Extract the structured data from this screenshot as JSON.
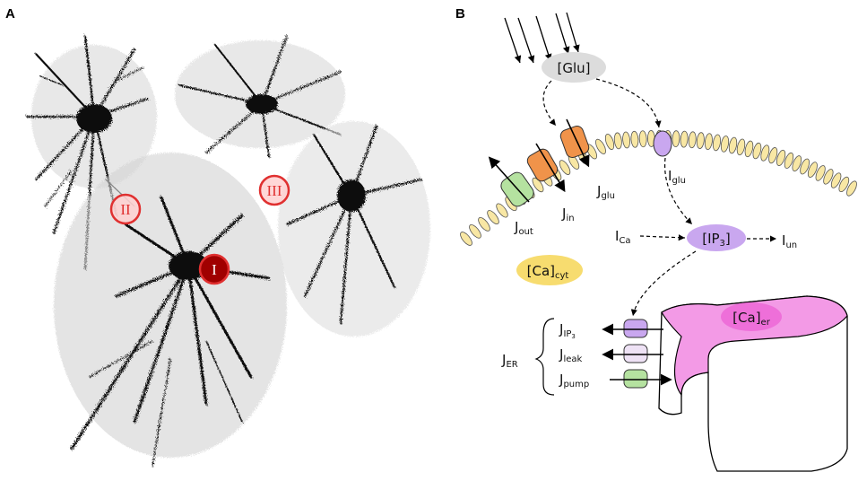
{
  "panel_a": {
    "label": "A",
    "regions": [
      {
        "id": "I",
        "label": "I",
        "fill": "#a00000",
        "stroke": "#e03030",
        "text_color": "#ffffff"
      },
      {
        "id": "II",
        "label": "II",
        "fill": "#ffd0d0",
        "stroke": "#e03030",
        "text_color": "#e03030"
      },
      {
        "id": "III",
        "label": "III",
        "fill": "#ffd0d0",
        "stroke": "#e03030",
        "text_color": "#e03030"
      }
    ]
  },
  "panel_b": {
    "label": "B",
    "glu": {
      "main": "[Glu]",
      "fill": "#dcdcdc"
    },
    "ip3": {
      "main": "[IP",
      "sub": "3",
      "tail": "]",
      "fill": "#c9a7ef"
    },
    "ca_cyt": {
      "main": "[Ca]",
      "sub": "cyt",
      "fill": "#f7dc6f"
    },
    "ca_er": {
      "main": "[Ca]",
      "sub": "er",
      "fill": "#f39ae6",
      "inner_fill": "#ee6fd9"
    },
    "fluxes": {
      "j_glu": {
        "main": "J",
        "sub": "glu"
      },
      "i_glu": {
        "main": "I",
        "sub": "glu"
      },
      "j_out": {
        "main": "J",
        "sub": "out"
      },
      "j_in": {
        "main": "J",
        "sub": "in"
      },
      "i_ca": {
        "main": "I",
        "sub": "Ca"
      },
      "i_un": {
        "main": "I",
        "sub": "un"
      },
      "j_ip3": {
        "main": "J",
        "sub": "IP",
        "subsub": "3"
      },
      "j_leak": {
        "main": "J",
        "sub": "leak"
      },
      "j_pump": {
        "main": "J",
        "sub": "pump"
      },
      "j_er": {
        "main": "J",
        "sub": "ER"
      }
    },
    "colors": {
      "membrane": "#f8e7a4",
      "channel_orange": "#f0934a",
      "channel_green": "#b5e2a0",
      "channel_purple": "#c9a7ef",
      "channel_light": "#eee2f5"
    }
  }
}
